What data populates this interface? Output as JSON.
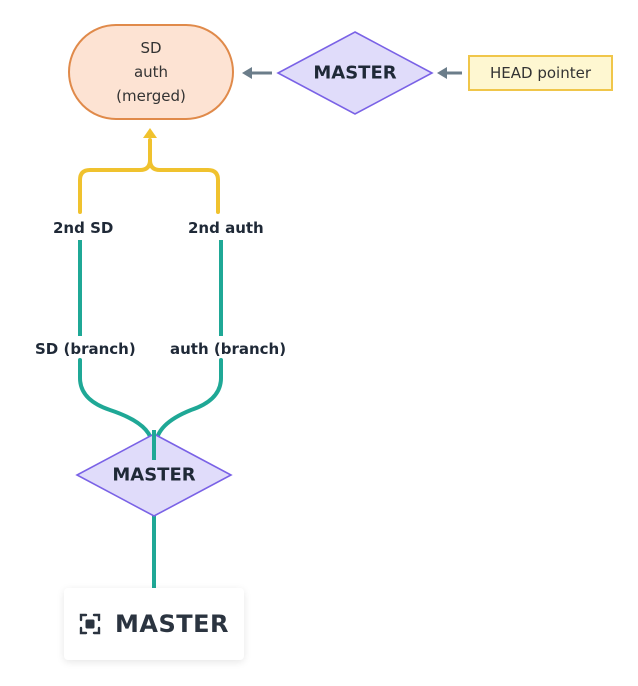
{
  "nodes": {
    "merged": {
      "line1": "SD",
      "line2": "auth",
      "line3": "(merged)"
    },
    "master_top": {
      "label": "MASTER"
    },
    "head_pointer": {
      "label": "HEAD pointer"
    },
    "sd_2nd": {
      "label": "2nd SD"
    },
    "auth_2nd": {
      "label": "2nd auth"
    },
    "sd_branch": {
      "label": "SD (branch)"
    },
    "auth_branch": {
      "label": "auth (branch)"
    },
    "master_mid": {
      "label": "MASTER"
    },
    "master_root": {
      "label": "MASTER",
      "icon": "focus-frame-icon"
    }
  },
  "colors": {
    "branch_line": "#1fa896",
    "merge_line": "#f0c22e",
    "arrow": "#6b7d8a",
    "diamond_fill": "#e0dcfa",
    "diamond_stroke": "#7a62e6",
    "merged_fill": "#fde3d3",
    "merged_stroke": "#e08a4a",
    "head_fill": "#fef7d1",
    "head_stroke": "#f0c64a"
  }
}
